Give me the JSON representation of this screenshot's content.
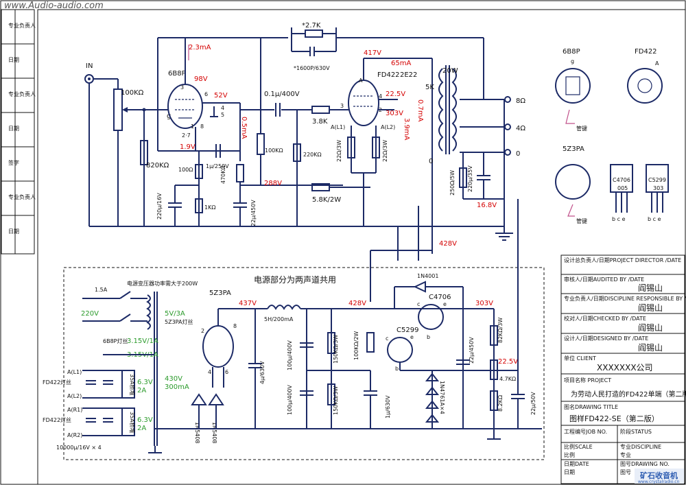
{
  "watermark": "www.Audio-audio.com",
  "corner_logo": "矿石收音机",
  "corner_url": "www.crystalradio.cn",
  "left_margin_labels": [
    "专业负责人",
    "日期",
    "专业负责人",
    "日期",
    "签字",
    "专业负责人",
    "日期"
  ],
  "amp": {
    "in_label": "IN",
    "pot": "100KΩ",
    "r_grid": "820KΩ",
    "tube1": "6B8P",
    "tube1_current": "2.3mA",
    "v_98": "98V",
    "v_52": "52V",
    "i_05": "0.5mA",
    "v_19": "1.9V",
    "g_label": "g",
    "pins_27": "2·7",
    "pin_3": "3",
    "pin_6": "6",
    "pin_4": "4",
    "pin_5": "5",
    "pin_1": "1",
    "pin_8": "8",
    "r100": "100Ω",
    "c1u": "1μ/250V",
    "r470k": "470KΩ",
    "r1k": "1KΩ",
    "c220": "220μ/16V",
    "c22": "22μ/450V",
    "fb_r": "*2.7K",
    "fb_c": "*1600P/630V",
    "c_coupling": "0.1μ/400V",
    "r100k": "100KΩ",
    "r220k": "220KΩ",
    "r38k": "3.8K",
    "r58k": "5.8K/2W",
    "v_288": "288V",
    "tube2_current": "65mA",
    "v_417": "417V",
    "tube2": "FD422",
    "tube2_alt": "2E22",
    "v_225": "22.5V",
    "v_303": "303V",
    "i_07": "0.7mA",
    "i_39": "3.9mA",
    "a_l1": "A(L1)",
    "a_l2": "A(L2)",
    "r22a": "22Ω/3W",
    "r22b": "22Ω/3W",
    "pin_a": "A",
    "pin_2": "2",
    "pin_3b": "3",
    "pin_4b": "4",
    "xfmr_power": "20W",
    "xfmr_5k": "5K",
    "xfmr_0": "0",
    "out_8": "8Ω",
    "out_4": "4Ω",
    "out_0": "0",
    "r250": "250Ω/5W",
    "c220_35": "220μ/35V",
    "v_168": "16.8V",
    "v_428a": "428V"
  },
  "pinouts": {
    "t1": "6B8P",
    "t2": "FD422",
    "t3": "5Z3PA",
    "key1": "管键",
    "key2": "管键",
    "tr1": "C4706",
    "tr1_code": "005",
    "tr2": "C5299",
    "tr2_code": "303",
    "pins_bce1": "b c e",
    "pins_bce2": "b c e",
    "pin_g": "g",
    "pin_a": "A"
  },
  "psu": {
    "title": "电源部分为两声道共用",
    "xfmr_note": "电源变压器功率需大于200W",
    "fuse": "1.5A",
    "mains": "220V",
    "heater_5v": "5V/3A",
    "rect_fil": "5Z3PA灯丝",
    "rect_tube": "5Z3PA",
    "fil_6b8p": "6B8P灯丝",
    "w_315a": "3.15V/1A",
    "w_315b": "3.15V/1A",
    "hv": "430V",
    "hv_i": "300mA",
    "fd_fil_a": "FD422灯丝",
    "fd_fil_b": "FD422灯丝",
    "al1": "A(L1)",
    "al2": "A(L2)",
    "ar1": "A(R1)",
    "ar2": "A(R2)",
    "bridge1": "35A桥堆",
    "bridge2": "35A桥堆",
    "dc1": "6.3V",
    "dc1_i": "2A",
    "dc2": "6.3V",
    "dc2_i": "2A",
    "caps": "10000μ/16V × 4",
    "v437": "437V",
    "choke": "5H/200mA",
    "v428": "428V",
    "c4": "4μ/630V",
    "c100a": "100μ/400V",
    "c100b": "100μ/400V",
    "r150a": "150KΩ/3W",
    "r150b": "150KΩ/3W",
    "r100k2w": "100KΩ/2W",
    "c1u630": "1μ/630V",
    "d1": "1N5408",
    "d2": "1N5408",
    "d3": "1N4001",
    "tq": "C4706",
    "tq2": "C5299",
    "zener": "1N4761A×4",
    "c22_450": "22μ/450V",
    "v303": "303V",
    "r82k": "82KΩ/3W",
    "v225": "22.5V",
    "pot47": "4.7KΩ",
    "r82": "8.2KΩ",
    "c22_50": "22μ/50V",
    "pin_2": "2",
    "pin_8": "8",
    "pin_4": "4",
    "pin_6": "6",
    "pin_c": "c",
    "pin_e": "e",
    "pin_b": "b",
    "pin_c2": "c",
    "pin_e2": "e",
    "pin_b2": "b"
  },
  "title_block": {
    "rows": [
      {
        "label": "设计总负责人/日期PROJECT DIRECTOR /DATE",
        "value": ""
      },
      {
        "label": "审核人/日期AUDITED BY /DATE",
        "value": "阎锡山"
      },
      {
        "label": "专业负责人/日期DISCIPLINE RESPONSIBLE BY /DATE",
        "value": "阎锡山"
      },
      {
        "label": "校对人/日期CHECKED BY /DATE",
        "value": "阎锡山"
      },
      {
        "label": "设计人/日期DESIGNED BY /DATE",
        "value": "阎锡山"
      }
    ],
    "unit_label": "单位    CLIENT",
    "unit_value": "XXXXXXX公司",
    "project_label": "项目名称 PROJECT",
    "project_value": "为劳动人民打造的FD422单端（第二版）",
    "drawing_title_label": "图名DRAWING TITLE",
    "drawing_title_value": "图样FD422-SE（第二版）",
    "job_no": "工程编号JOB NO.",
    "status": "阶段STATUS",
    "scale_label": "比例SCALE",
    "scale_value": "比例",
    "discipline_label": "专业DISCIPLINE",
    "discipline_value": "专业",
    "date_label": "日期DATE",
    "date_value": "日期",
    "drawing_no_label": "图号DRAWING NO.",
    "drawing_no_value": "图号"
  },
  "colors": {
    "wire": "#1c2a66",
    "voltage": "#d40000",
    "heater": "#2a9a2a",
    "purple": "#c0508a"
  }
}
